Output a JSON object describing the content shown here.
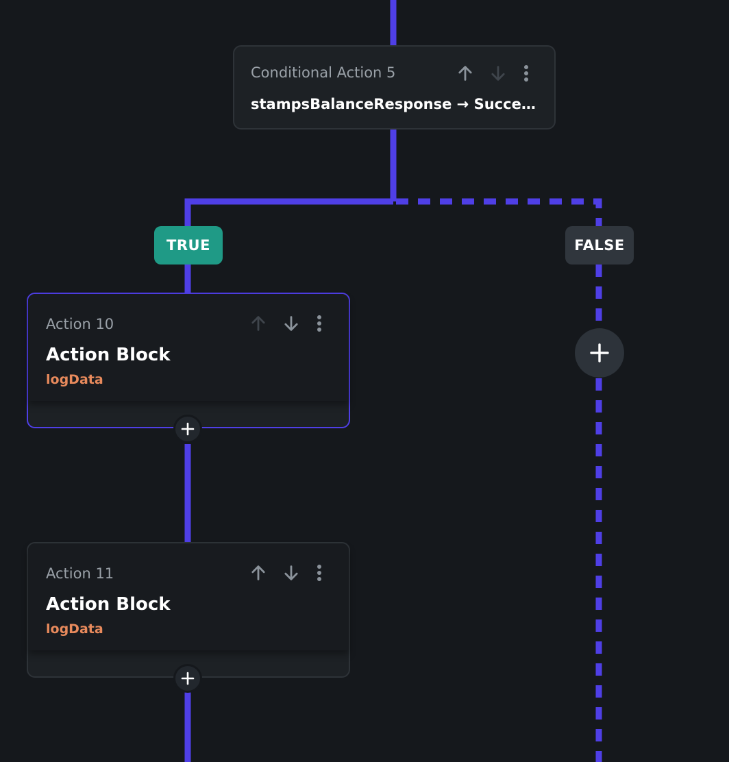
{
  "conditional": {
    "label": "Conditional Action 5",
    "expression": "stampsBalanceResponse → Succee..."
  },
  "branches": {
    "true_label": "TRUE",
    "false_label": "FALSE"
  },
  "actions": [
    {
      "label": "Action 10",
      "title": "Action Block",
      "subtitle": "logData",
      "selected": true
    },
    {
      "label": "Action 11",
      "title": "Action Block",
      "subtitle": "logData",
      "selected": false
    }
  ],
  "colors": {
    "connector": "#4f3fe6",
    "true_badge": "#1f9a86",
    "false_badge": "#30363d",
    "subtitle": "#e88a5c",
    "background": "#15181c"
  },
  "icons": {
    "move_up": "arrow-up-icon",
    "move_down": "arrow-down-icon",
    "more": "more-vertical-icon",
    "add": "plus-icon"
  }
}
